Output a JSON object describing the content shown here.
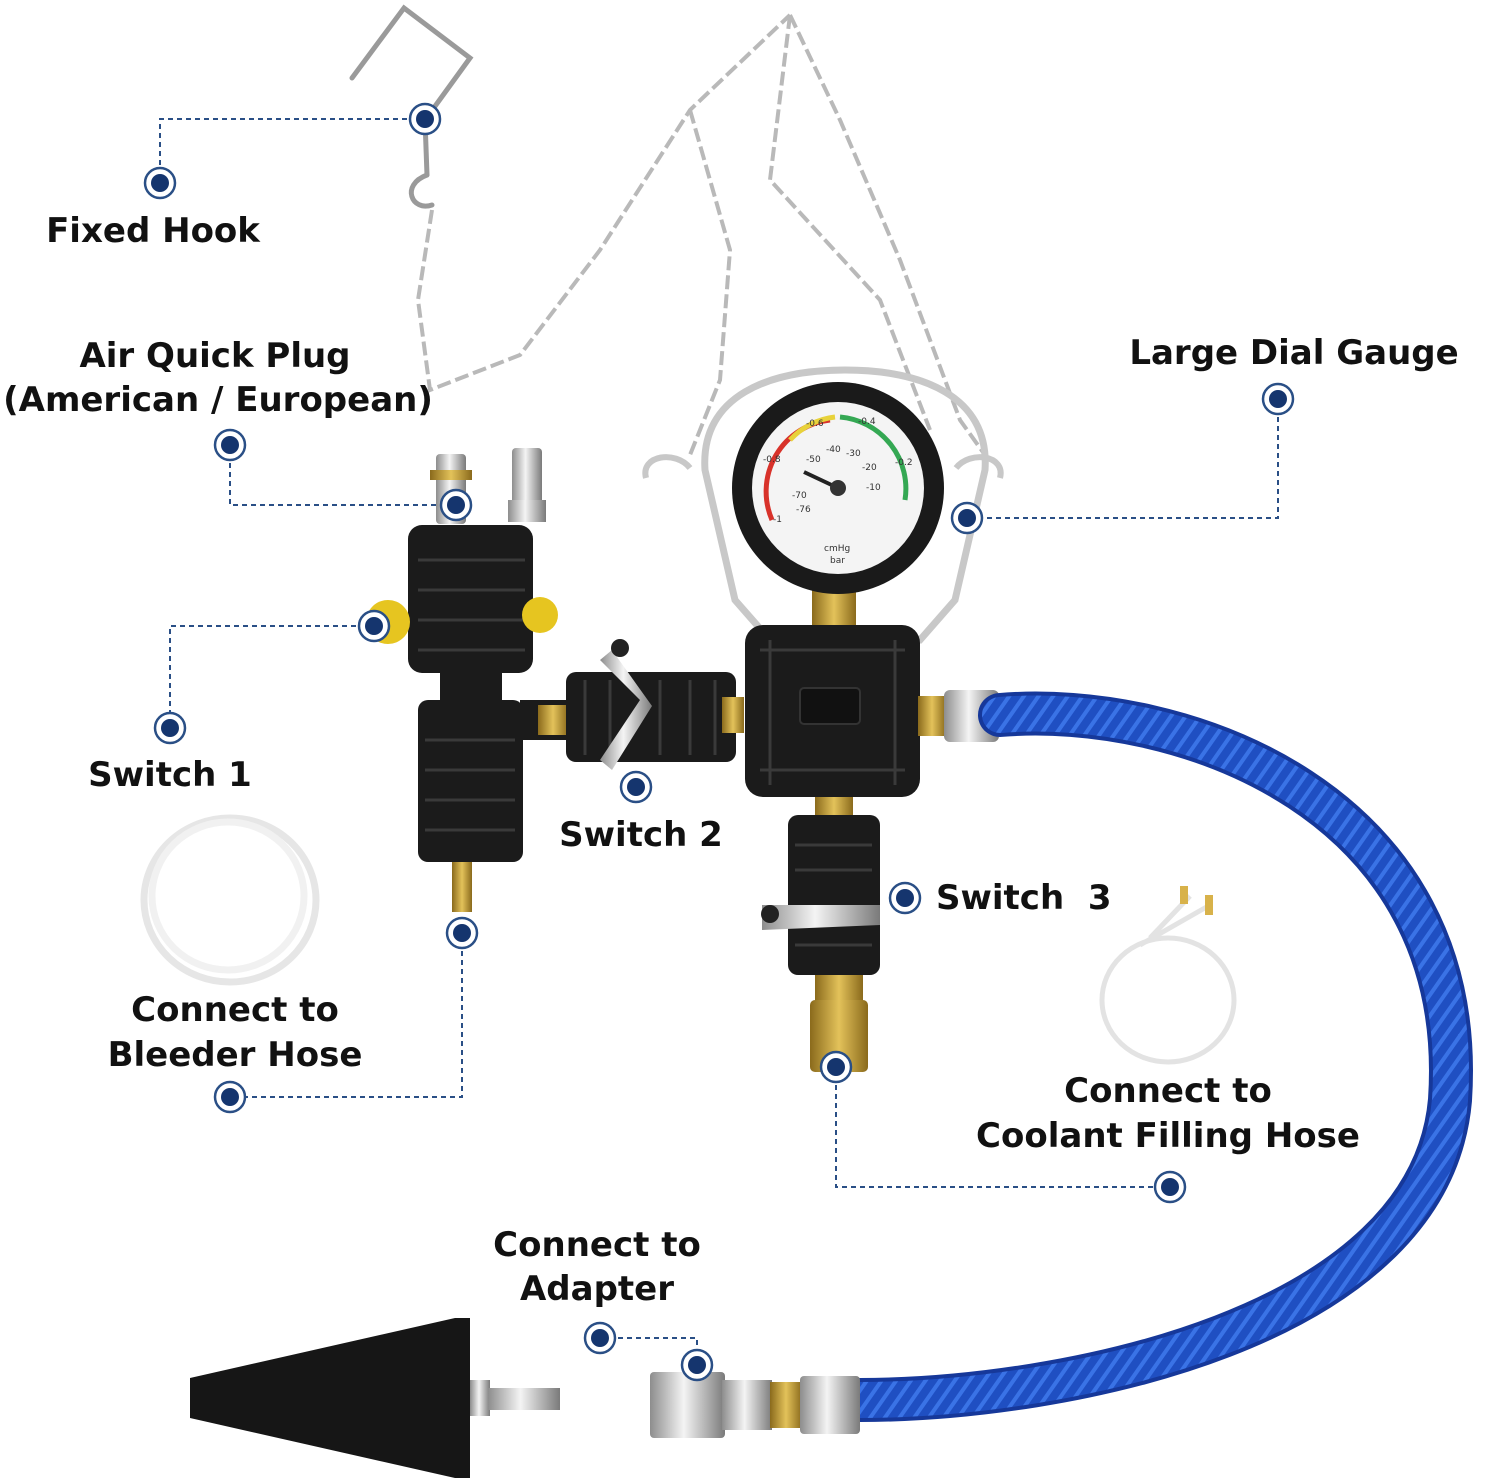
{
  "colors": {
    "accent": "#15356e",
    "leader_line": "#2a4f86",
    "hose_blue": "#1f4fc2",
    "body_black": "#1b1b1b",
    "brass": "#c9a13a",
    "valve_yellow": "#e6c520"
  },
  "labels": {
    "fixed_hook": "Fixed Hook",
    "air_quick_plug_line1": "Air Quick Plug",
    "air_quick_plug_line2": "(American / European)",
    "large_dial_gauge": "Large Dial Gauge",
    "switch_1": "Switch 1",
    "switch_2": "Switch 2",
    "switch_3": "Switch  3",
    "bleeder_line1": "Connect to",
    "bleeder_line2": "Bleeder Hose",
    "coolant_line1": "Connect to",
    "coolant_line2": "Coolant Filling Hose",
    "adapter_line1": "Connect to",
    "adapter_line2": "Adapter"
  },
  "gauge": {
    "outer_scale": [
      "-0.6",
      "-0.4",
      "-0.8",
      "-0.2",
      "-1"
    ],
    "inner_scale": [
      "-40",
      "-30",
      "-50",
      "-20",
      "-70",
      "-10",
      "-76"
    ],
    "unit_top": "cmHg",
    "unit_bottom": "bar"
  }
}
